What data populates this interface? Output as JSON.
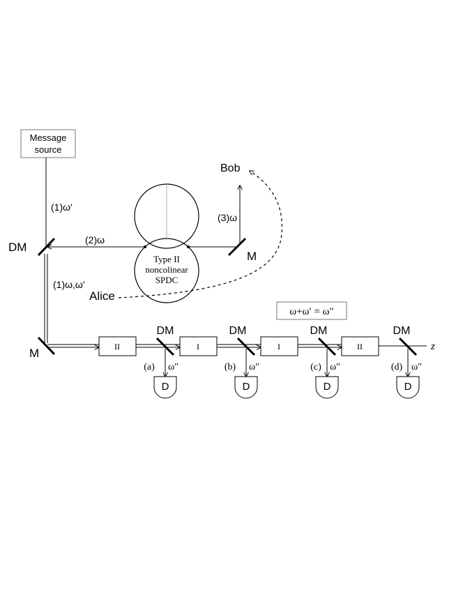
{
  "source": {
    "line1": "Message",
    "line2": "source"
  },
  "labels": {
    "bob": "Bob",
    "alice": "Alice",
    "dm_left": "DM",
    "m_top": "M",
    "m_bottom": "M",
    "beam_1_omega_prime": "(1)ω′",
    "beam_2_omega": "(2)ω",
    "beam_3_omega": "(3)ω",
    "beam_1_both": "(1)ω,ω′",
    "axis_z": "z"
  },
  "crystal": {
    "line1": "Type II",
    "line2": "noncolinear",
    "line3": "SPDC"
  },
  "equation": "ω+ω′ = ω″",
  "stages": [
    {
      "crystal": "II",
      "dm": "DM",
      "tag": "(a)",
      "freq": "ω″",
      "detector": "D"
    },
    {
      "crystal": "I",
      "dm": "DM",
      "tag": "(b)",
      "freq": "ω″",
      "detector": "D"
    },
    {
      "crystal": "I",
      "dm": "DM",
      "tag": "(c)",
      "freq": "ω″",
      "detector": "D"
    },
    {
      "crystal": "II",
      "dm": "DM",
      "tag": "(d)",
      "freq": "ω″",
      "detector": "D"
    }
  ]
}
